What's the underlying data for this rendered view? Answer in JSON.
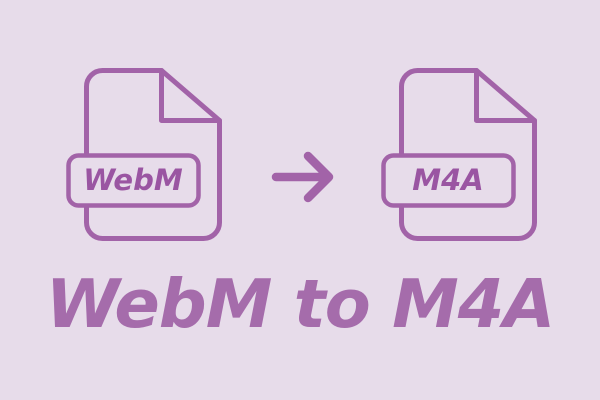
{
  "title": {
    "text": "WebM to M4A"
  },
  "conversion": {
    "source_file": {
      "label": "WebM",
      "icon": "file-icon"
    },
    "target_file": {
      "label": "M4A",
      "icon": "file-icon"
    },
    "arrow": {
      "icon": "arrow-right-icon",
      "direction": "right"
    }
  },
  "colors": {
    "background": "#e7dcea",
    "outline": "#a263a8",
    "label_text": "#9a55a2",
    "title_text": "#a56cab"
  }
}
